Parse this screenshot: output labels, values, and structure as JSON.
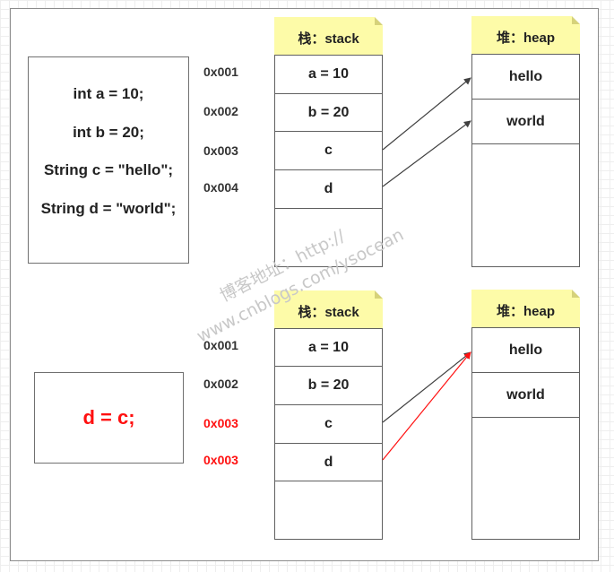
{
  "top": {
    "code_lines": [
      "int a = 10;",
      "int b = 20;",
      "String c = \"hello\";",
      "String d = \"world\";"
    ],
    "addresses": [
      "0x001",
      "0x002",
      "0x003",
      "0x004"
    ],
    "stack_title": "栈：stack",
    "stack_cells": [
      "a = 10",
      "b = 20",
      "c",
      "d"
    ],
    "heap_title": "堆：heap",
    "heap_cells": [
      "hello",
      "world"
    ]
  },
  "bottom": {
    "code_line": "d = c;",
    "addresses": [
      "0x001",
      "0x002",
      "0x003",
      "0x003"
    ],
    "stack_title": "栈：stack",
    "stack_cells": [
      "a = 10",
      "b = 20",
      "c",
      "d"
    ],
    "heap_title": "堆：heap",
    "heap_cells": [
      "hello",
      "world"
    ]
  },
  "watermark": {
    "line1": "博客地址：http://",
    "line2": "www.cnblogs.com/ysocean"
  },
  "colors": {
    "note_fill": "#fdfba8",
    "highlight_red": "#ff1010",
    "border": "#606060"
  }
}
